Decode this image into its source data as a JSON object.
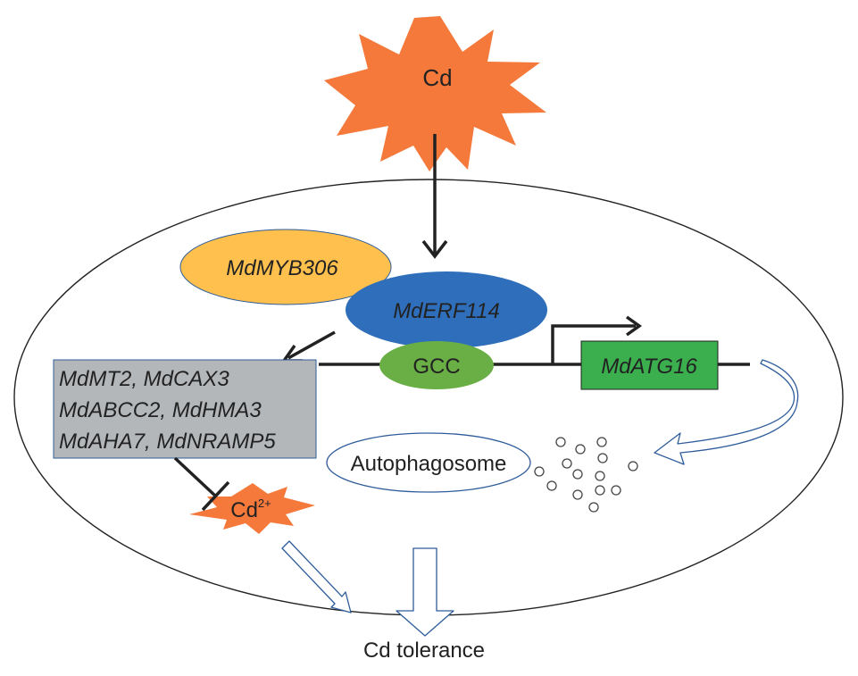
{
  "diagram": {
    "stress_label": "Cd",
    "myb_label": "MdMYB306",
    "erf_label": "MdERF114",
    "gcc_label": "GCC",
    "atg_label": "MdATG16",
    "genes": {
      "line1": "MdMT2, MdCAX3",
      "line2": "MdABCC2, MdHMA3",
      "line3": "MdAHA7, MdNRAMP5"
    },
    "ion_label": "Cd",
    "ion_charge": "2+",
    "autophagosome_label": "Autophagosome",
    "outcome_label": "Cd tolerance"
  },
  "colors": {
    "cd_star": "#F4793B",
    "myb": "#FFC04D",
    "erf": "#2F6EBA",
    "gcc": "#6AAF45",
    "atg": "#3BAE4E",
    "genes_box": "#B4B7BA",
    "outline_blue": "#2E5C9A"
  }
}
